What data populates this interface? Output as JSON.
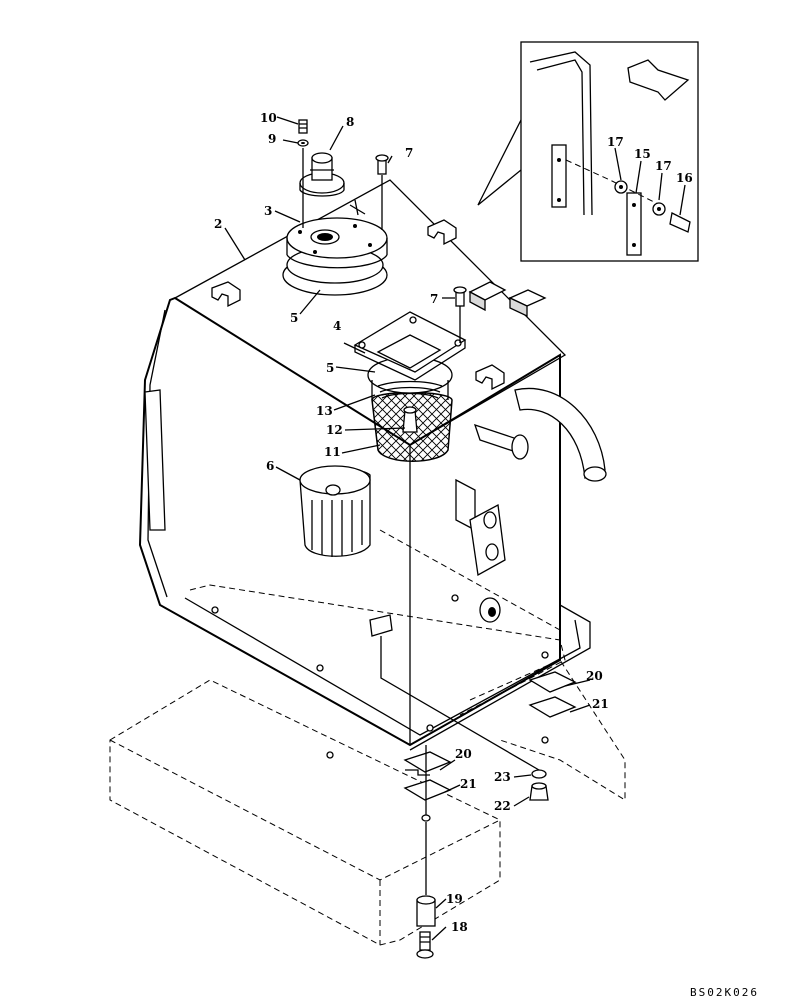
{
  "drawing": {
    "code": "BS02K026",
    "callouts": {
      "p2": "2",
      "p3": "3",
      "p4": "4",
      "p5a": "5",
      "p5b": "5",
      "p6": "6",
      "p7a": "7",
      "p7b": "7",
      "p8": "8",
      "p9": "9",
      "p10": "10",
      "p11": "11",
      "p12": "12",
      "p13": "13",
      "p15": "15",
      "p16": "16",
      "p17a": "17",
      "p17b": "17",
      "p18": "18",
      "p19": "19",
      "p20a": "20",
      "p20b": "20",
      "p21a": "21",
      "p21b": "21",
      "p22": "22",
      "p23": "23"
    }
  }
}
